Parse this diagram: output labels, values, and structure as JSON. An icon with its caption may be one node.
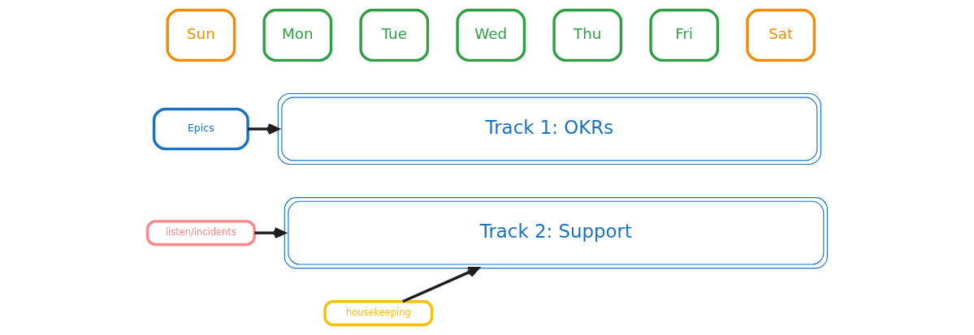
{
  "diagram": {
    "nodes": [
      {
        "text": [
          "Sun"
        ]
      },
      {
        "text": [
          "Mon"
        ]
      },
      {
        "text": [
          "Tue"
        ]
      },
      {
        "text": [
          "Wed"
        ]
      },
      {
        "text": [
          "Thu"
        ]
      },
      {
        "text": [
          "Fri"
        ]
      },
      {
        "text": [
          "Sat"
        ]
      },
      {
        "text": [
          "Epics"
        ]
      },
      {
        "text": [
          "Track 1: OKRs"
        ]
      },
      {
        "text": [
          "listen/incidents"
        ]
      },
      {
        "text": [
          "housekeeping"
        ]
      },
      {
        "text": [
          "Track 2: Support"
        ]
      }
    ],
    "edges": [
      {
        "from": 7,
        "to": 8,
        "arrow": "to"
      },
      {
        "from": 9,
        "to": 11,
        "arrow": "to"
      },
      {
        "from": 10,
        "to": 11,
        "arrow": "to"
      }
    ]
  }
}
